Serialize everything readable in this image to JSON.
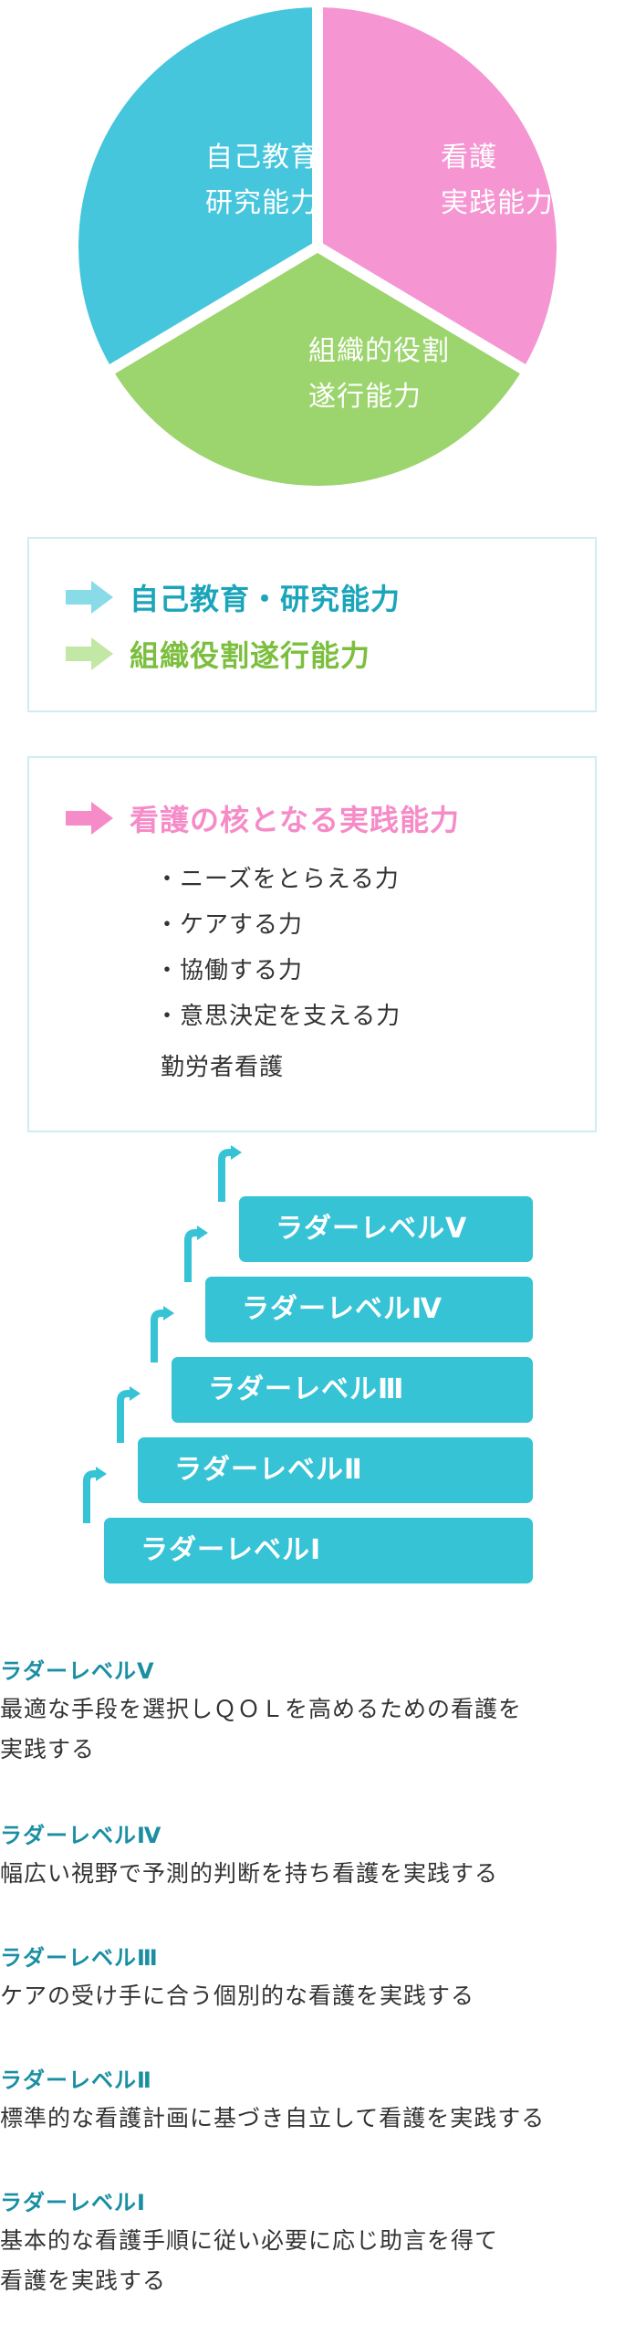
{
  "pie": {
    "segments": [
      {
        "label": "自己教育\n研究能力",
        "color": "#45c6dc"
      },
      {
        "label": "看護\n実践能力",
        "color": "#f596d2"
      },
      {
        "label": "組織的役割\n遂行能力",
        "color": "#9cd46e"
      }
    ]
  },
  "box1": {
    "row1": {
      "text": "自己教育・研究能力",
      "arrow_color": "#8adbe8",
      "text_color": "#1aa5ba"
    },
    "row2": {
      "text": "組織役割遂行能力",
      "arrow_color": "#c3e7a4",
      "text_color": "#7cbf3f"
    }
  },
  "box2": {
    "heading": {
      "text": "看護の核となる実践能力",
      "arrow_color": "#f58cc8",
      "text_color": "#f58cc8"
    },
    "items": [
      "ニーズをとらえる力",
      "ケアする力",
      "協働する力",
      "意思決定を支える力"
    ],
    "extra": "勤労者看護"
  },
  "ladder": {
    "color": "#36c3d6",
    "steps": [
      "ラダーレベルⅤ",
      "ラダーレベルⅣ",
      "ラダーレベルⅢ",
      "ラダーレベルⅡ",
      "ラダーレベルⅠ"
    ]
  },
  "descriptions": [
    {
      "title": "ラダーレベルⅤ",
      "text": "最適な手段を選択しＱＯＬを高めるための看護を\n実践する"
    },
    {
      "title": "ラダーレベルⅣ",
      "text": "幅広い視野で予測的判断を持ち看護を実践する"
    },
    {
      "title": "ラダーレベルⅢ",
      "text": "ケアの受け手に合う個別的な看護を実践する"
    },
    {
      "title": "ラダーレベルⅡ",
      "text": "標準的な看護計画に基づき自立して看護を実践する"
    },
    {
      "title": "ラダーレベルⅠ",
      "text": "基本的な看護手順に従い必要に応じ助言を得て\n看護を実践する"
    }
  ]
}
